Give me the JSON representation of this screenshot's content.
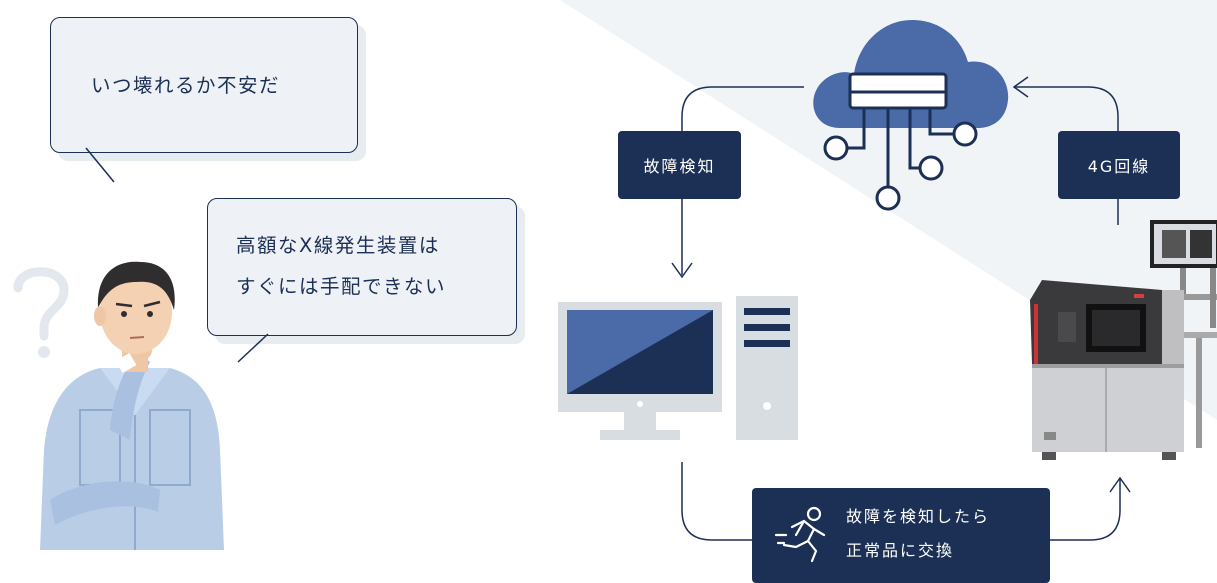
{
  "bubbles": {
    "worry": "いつ壊れるか不安だ",
    "cost_line1": "高額なX線発生装置は",
    "cost_line2": "すぐには手配できない"
  },
  "tags": {
    "failure_detect": "故障検知",
    "line_4g": "4G回線"
  },
  "action": {
    "line1": "故障を検知したら",
    "line2": "正常品に交換"
  },
  "icons": {
    "cloud": "cloud-network-icon",
    "runner": "running-person-icon",
    "computer": "desktop-computer-icon",
    "machine": "xray-inspection-machine",
    "person": "worried-worker-illustration",
    "question": "question-mark-icon"
  },
  "colors": {
    "navy": "#1c2f55",
    "cloud_blue": "#4a6aa8",
    "bubble_fill": "#eef2f6"
  }
}
